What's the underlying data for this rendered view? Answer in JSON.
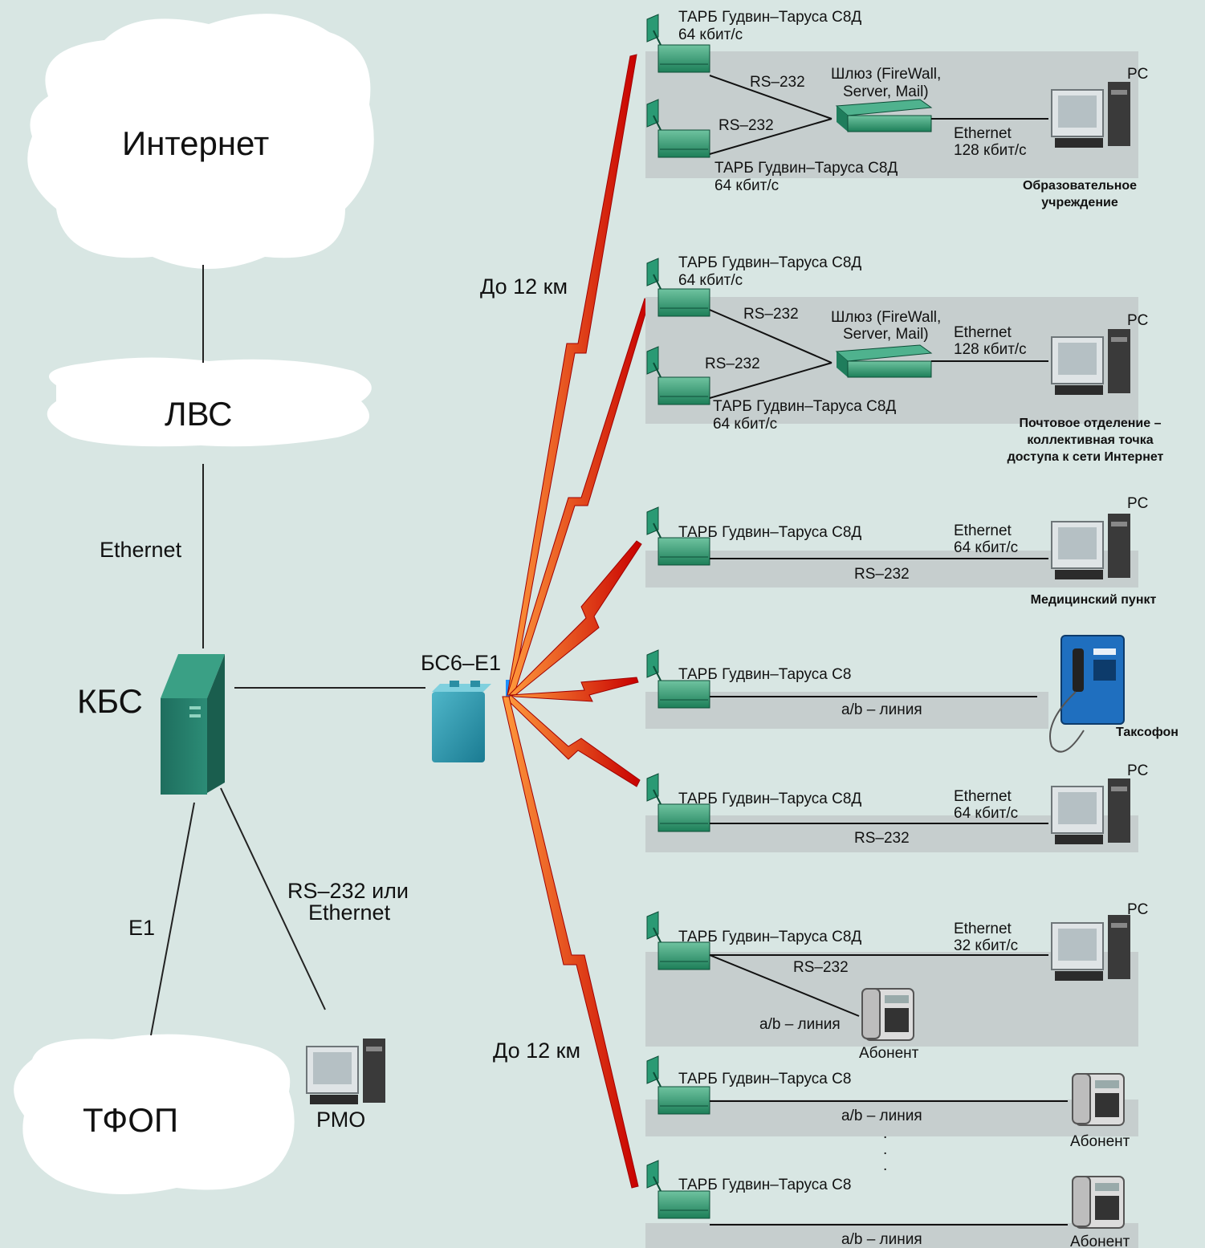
{
  "clouds": {
    "internet": "Интернет",
    "lan": "ЛВС",
    "pstn": "ТФОП"
  },
  "left": {
    "ethernet_link": "Ethernet",
    "kbs": "КБС",
    "e1_link": "E1",
    "rs_link_line1": "RS–232 или",
    "rs_link_line2": "Ethernet",
    "rmo": "РМО",
    "bs": "БС6–Е1"
  },
  "distances": {
    "top": "До 12 км",
    "bottom": "До 12 км"
  },
  "branch1": {
    "modem_a": "ТАРБ Гудвин–Таруса С8Д",
    "rate_a": "64 кбит/с",
    "rs_a": "RS–232",
    "rs_b": "RS–232",
    "modem_b": "ТАРБ Гудвин–Таруса С8Д",
    "rate_b": "64 кбит/с",
    "gateway_line1": "Шлюз (FireWall,",
    "gateway_line2": "Server, Mail)",
    "eth": "Ethernet",
    "eth_rate": "128 кбит/с",
    "pc": "PC",
    "site_line1": "Образовательное",
    "site_line2": "учреждение"
  },
  "branch2": {
    "modem_a": "ТАРБ Гудвин–Таруса С8Д",
    "rate_a": "64 кбит/с",
    "rs_a": "RS–232",
    "rs_b": "RS–232",
    "modem_b": "ТАРБ Гудвин–Таруса С8Д",
    "rate_b": "64 кбит/с",
    "gateway_line1": "Шлюз (FireWall,",
    "gateway_line2": "Server, Mail)",
    "eth": "Ethernet",
    "eth_rate": "128 кбит/с",
    "pc": "PC",
    "site_line1": "Почтовое отделение –",
    "site_line2": "коллективная точка",
    "site_line3": "доступа к сети Интернет"
  },
  "branch3": {
    "modem": "ТАРБ Гудвин–Таруса С8Д",
    "eth": "Ethernet",
    "eth_rate": "64 кбит/с",
    "rs": "RS–232",
    "pc": "PC",
    "site": "Медицинский пункт"
  },
  "branch4": {
    "modem": "ТАРБ Гудвин–Таруса С8",
    "line": "a/b – линия",
    "site": "Таксофон"
  },
  "branch5": {
    "modem": "ТАРБ Гудвин–Таруса С8Д",
    "eth": "Ethernet",
    "eth_rate": "64 кбит/с",
    "rs": "RS–232",
    "pc": "PC"
  },
  "branch6": {
    "modem": "ТАРБ Гудвин–Таруса С8Д",
    "eth": "Ethernet",
    "eth_rate": "32 кбит/с",
    "rs": "RS–232",
    "line": "a/b – линия",
    "subscriber": "Абонент",
    "pc": "PC"
  },
  "branch7": {
    "modem": "ТАРБ Гудвин–Таруса С8",
    "line": "a/b – линия",
    "subscriber": "Абонент"
  },
  "branch8": {
    "modem": "ТАРБ Гудвин–Таруса С8",
    "line": "a/b – линия",
    "subscriber": "Абонент"
  },
  "ellipsis_dots": "."
}
